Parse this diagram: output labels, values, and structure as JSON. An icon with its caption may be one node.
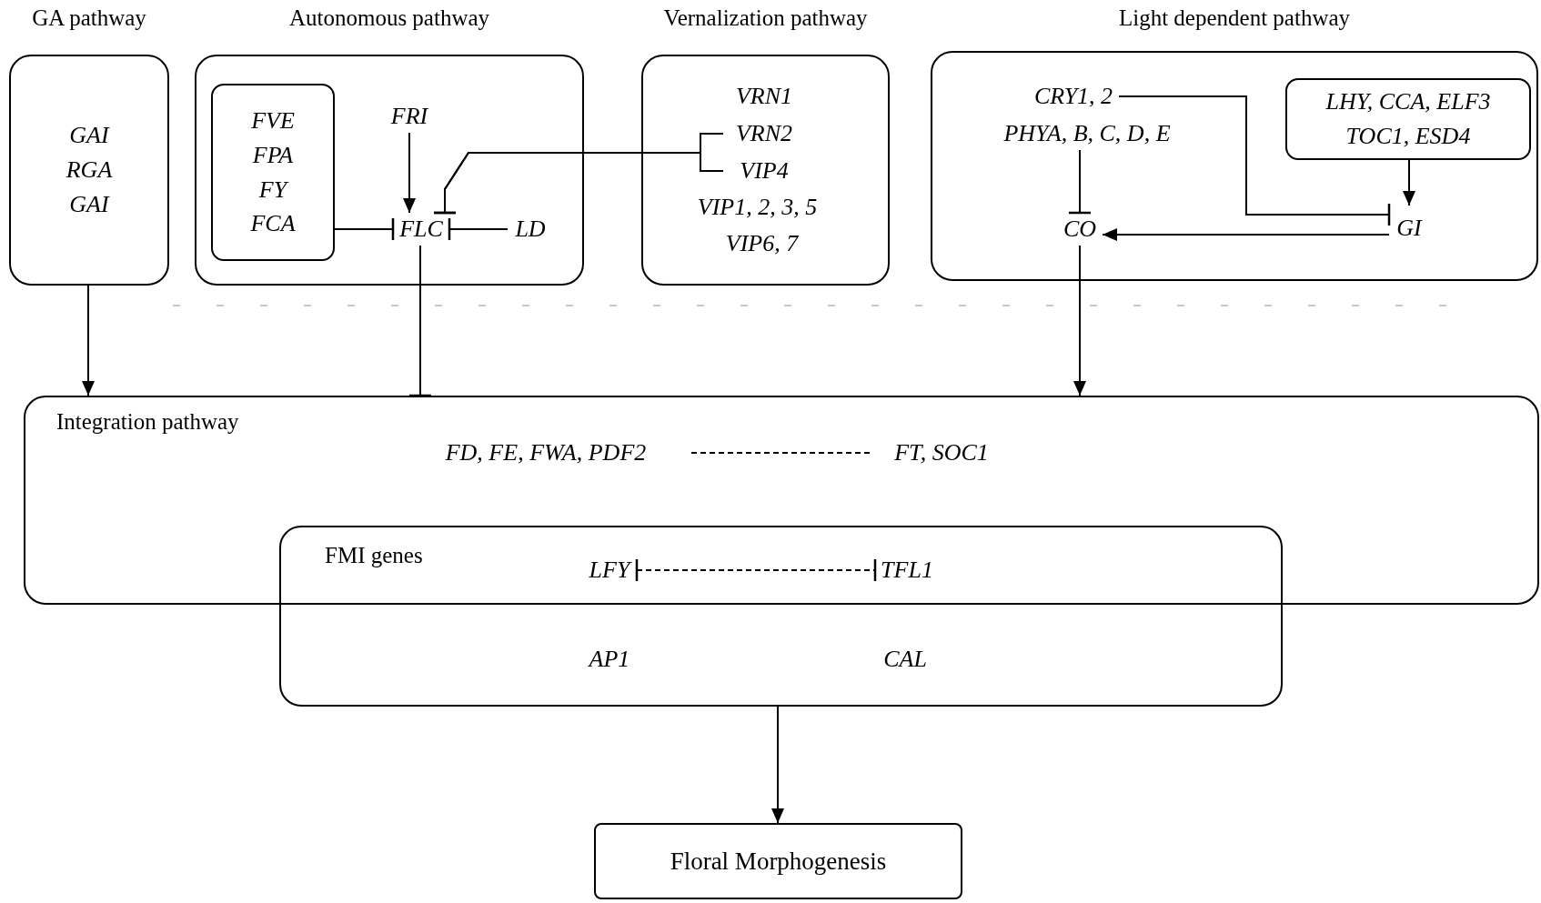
{
  "diagram": {
    "nodes": [
      {
        "text": [
          "GA pathway",
          "GAI RGA GAI"
        ]
      },
      {
        "text": [
          "Autonomous pathway"
        ]
      },
      {
        "text": [
          "FVE FPA FY FCA"
        ],
        "in": 1
      },
      {
        "text": [
          "FRI"
        ],
        "in": 1
      },
      {
        "text": [
          "FLC"
        ],
        "in": 1
      },
      {
        "text": [
          "LD"
        ],
        "in": 1
      },
      {
        "text": [
          "Vernalization pathway"
        ]
      },
      {
        "text": [
          "VRN1"
        ],
        "in": 6
      },
      {
        "text": [
          "VRN2"
        ],
        "in": 6
      },
      {
        "text": [
          "VIP4"
        ],
        "in": 6
      },
      {
        "text": [
          "VIP1, 2, 3, 5"
        ],
        "in": 6
      },
      {
        "text": [
          "VIP6, 7"
        ],
        "in": 6
      },
      {
        "text": [
          "Light dependent pathway"
        ]
      },
      {
        "text": [
          "CRY1, 2"
        ],
        "in": 12
      },
      {
        "text": [
          "PHYA, B, C, D, E"
        ],
        "in": 12
      },
      {
        "text": [
          "LHY, CCA, ELF3 TOC1, ESD4"
        ],
        "in": 12
      },
      {
        "text": [
          "CO"
        ],
        "in": 12
      },
      {
        "text": [
          "GI"
        ],
        "in": 12
      },
      {
        "text": [
          "Integration pathway"
        ]
      },
      {
        "text": [
          "FD, FE, FWA, PDF2"
        ],
        "in": 18
      },
      {
        "text": [
          "FT, SOC1"
        ],
        "in": 18
      },
      {
        "text": [
          "FMI genes"
        ]
      },
      {
        "text": [
          "LFY"
        ]
      },
      {
        "text": [
          "TFL1"
        ]
      },
      {
        "text": [
          "AP1"
        ],
        "in": 21
      },
      {
        "text": [
          "CAL"
        ],
        "in": 21
      },
      {
        "text": [
          "Floral Morphogenesis"
        ]
      }
    ],
    "edges": [
      {
        "from": 2,
        "to": 4,
        "arrow": "other"
      },
      {
        "from": 3,
        "to": 4,
        "arrow": "to"
      },
      {
        "from": 5,
        "to": 4,
        "arrow": "other"
      },
      {
        "from": 8,
        "to": 4,
        "arrow": "other"
      },
      {
        "from": 9,
        "to": 4,
        "arrow": "other"
      },
      {
        "from": 13,
        "to": 17,
        "arrow": "other"
      },
      {
        "from": 14,
        "to": 16,
        "arrow": "other"
      },
      {
        "from": 15,
        "to": 17,
        "arrow": "to"
      },
      {
        "from": 17,
        "to": 16,
        "arrow": "to"
      },
      {
        "from": 0,
        "to": 18,
        "arrow": "to"
      },
      {
        "from": 4,
        "to": 18,
        "arrow": "other"
      },
      {
        "from": 16,
        "to": 18,
        "arrow": "to"
      },
      {
        "from": 19,
        "to": 20,
        "arrow": "none",
        "style": "dashed"
      },
      {
        "from": 22,
        "to": 23,
        "arrow": "other",
        "style": "dashed"
      },
      {
        "from": 21,
        "to": 26,
        "arrow": "to"
      }
    ]
  }
}
